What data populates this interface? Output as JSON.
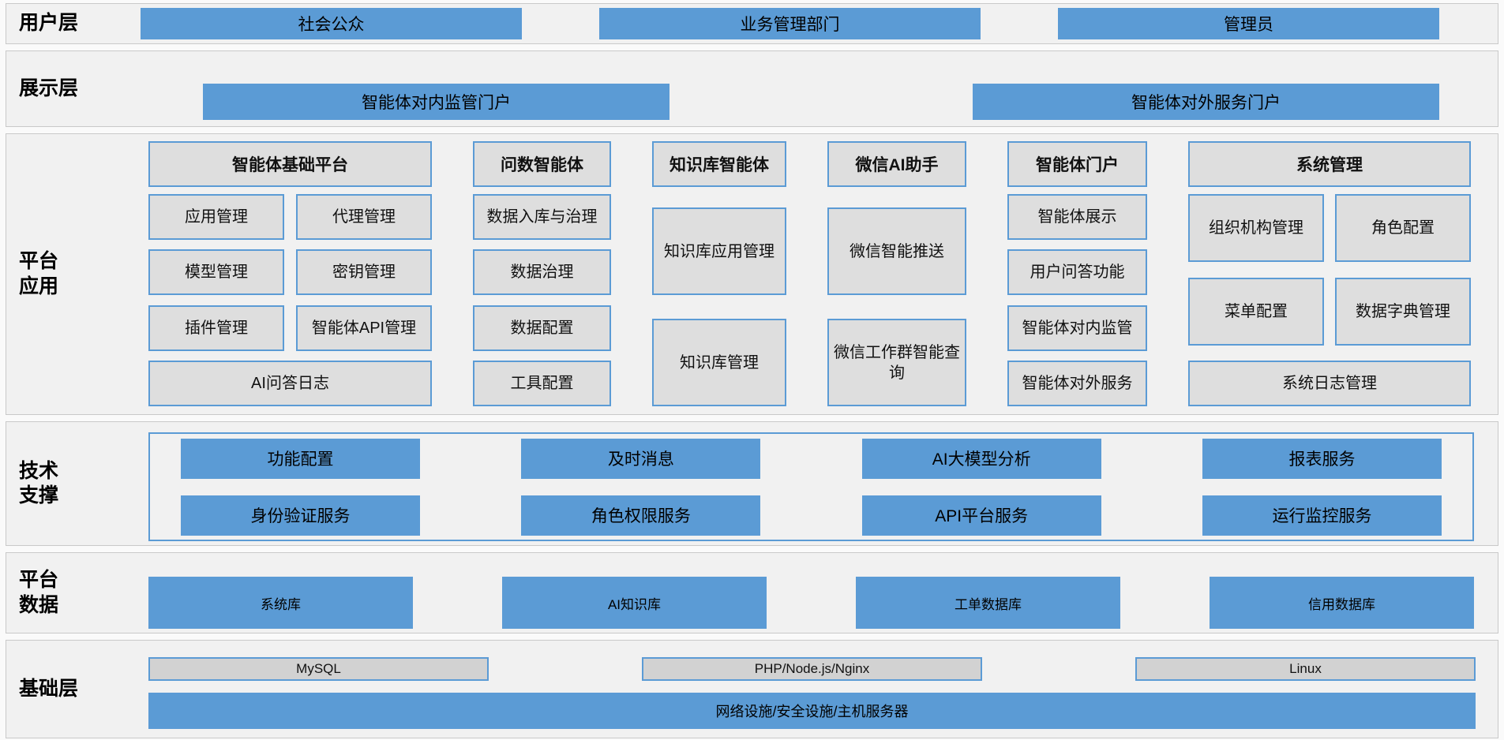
{
  "colors": {
    "accent": "#5B9BD5",
    "box_fill": "#DEDEDE",
    "gray_bar": "#D2D2D2",
    "section_bg": "#F1F1F1",
    "section_border": "#C9C9C9",
    "text": "#111111"
  },
  "layers": {
    "user": {
      "label": "用户层",
      "items": [
        "社会公众",
        "业务管理部门",
        "管理员"
      ]
    },
    "display": {
      "label": "展示层",
      "items": [
        "智能体对内监管门户",
        "智能体对外服务门户"
      ]
    },
    "app": {
      "label_lines": [
        "平台",
        "应用"
      ],
      "groups": [
        {
          "title": "智能体基础平台",
          "items": [
            "应用管理",
            "代理管理",
            "模型管理",
            "密钥管理",
            "插件管理",
            "智能体API管理"
          ],
          "footer": "AI问答日志"
        },
        {
          "title": "问数智能体",
          "items": [
            "数据入库与治理",
            "数据治理",
            "数据配置",
            "工具配置"
          ]
        },
        {
          "title": "知识库智能体",
          "items": [
            "知识库应用管理",
            "知识库管理"
          ]
        },
        {
          "title": "微信AI助手",
          "items": [
            "微信智能推送",
            "微信工作群智能查询"
          ]
        },
        {
          "title": "智能体门户",
          "items": [
            "智能体展示",
            "用户问答功能",
            "智能体对内监管",
            "智能体对外服务"
          ]
        },
        {
          "title": "系统管理",
          "items": [
            "组织机构管理",
            "角色配置",
            "菜单配置",
            "数据字典管理"
          ],
          "footer": "系统日志管理"
        }
      ]
    },
    "tech": {
      "label_lines": [
        "技术",
        "支撑"
      ],
      "row1": [
        "功能配置",
        "及时消息",
        "AI大模型分析",
        "报表服务"
      ],
      "row2": [
        "身份验证服务",
        "角色权限服务",
        "API平台服务",
        "运行监控服务"
      ]
    },
    "data": {
      "label_lines": [
        "平台",
        "数据"
      ],
      "items": [
        "系统库",
        "AI知识库",
        "工单数据库",
        "信用数据库"
      ]
    },
    "infra": {
      "label": "基础层",
      "items": [
        "MySQL",
        "PHP/Node.js/Nginx",
        "Linux"
      ],
      "wide": "网络设施/安全设施/主机服务器"
    }
  }
}
